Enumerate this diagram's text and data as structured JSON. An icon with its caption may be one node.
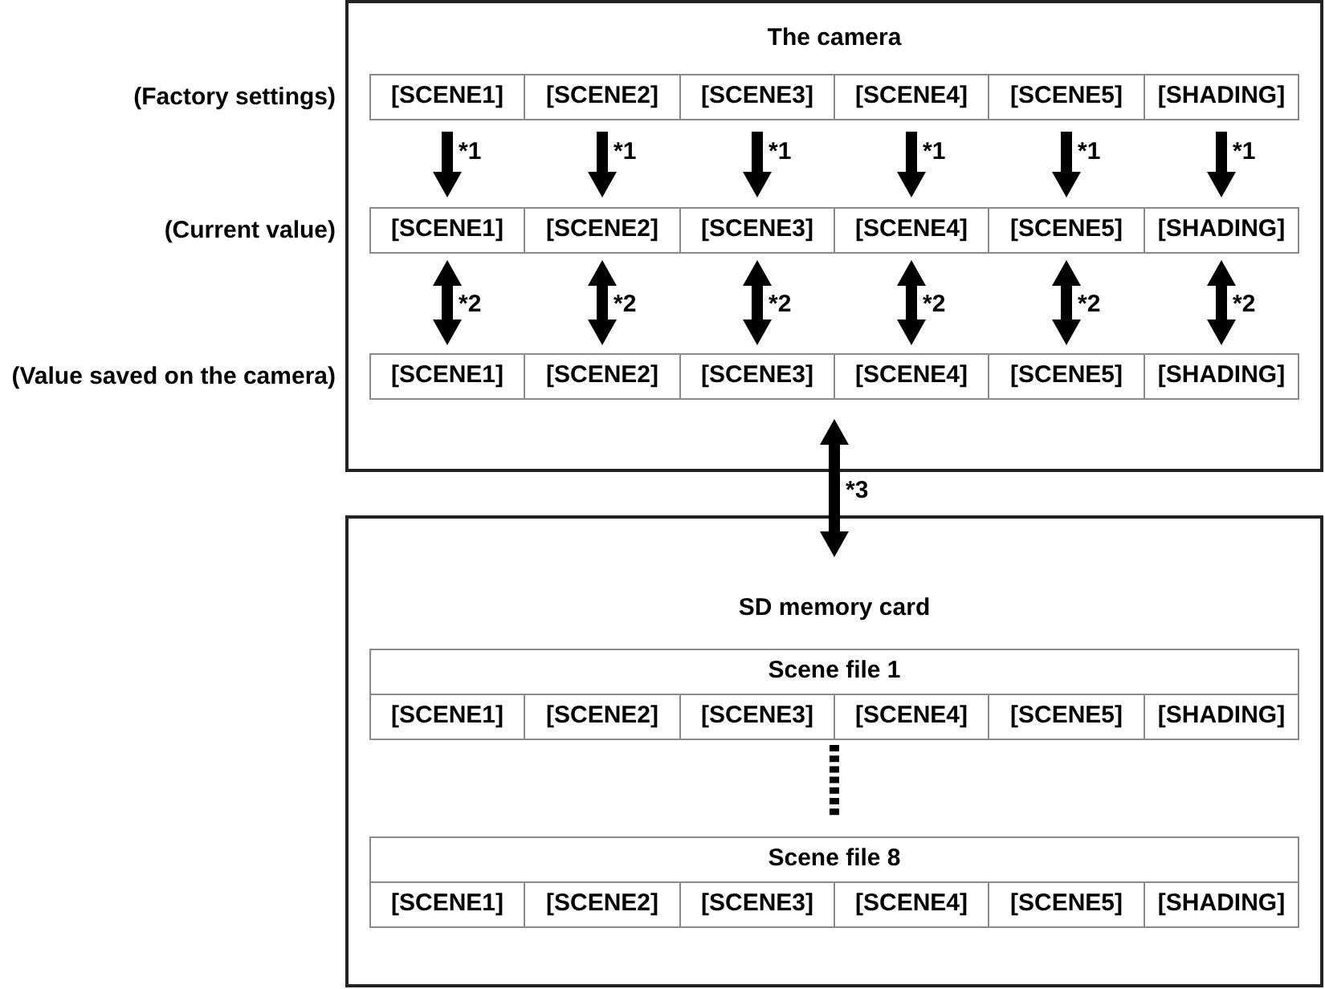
{
  "diagram": {
    "nodes": [
      {
        "text": [
          "The camera"
        ]
      },
      {
        "text": [
          "[SCENE1]"
        ],
        "in": 0
      },
      {
        "text": [
          "[SCENE2]"
        ],
        "in": 0
      },
      {
        "text": [
          "[SCENE3]"
        ],
        "in": 0
      },
      {
        "text": [
          "[SCENE4]"
        ],
        "in": 0
      },
      {
        "text": [
          "[SCENE5]"
        ],
        "in": 0
      },
      {
        "text": [
          "[SHADING]"
        ],
        "in": 0
      },
      {
        "text": [
          "[SCENE1]"
        ],
        "in": 0
      },
      {
        "text": [
          "[SCENE2]"
        ],
        "in": 0
      },
      {
        "text": [
          "[SCENE3]"
        ],
        "in": 0
      },
      {
        "text": [
          "[SCENE4]"
        ],
        "in": 0
      },
      {
        "text": [
          "[SCENE5]"
        ],
        "in": 0
      },
      {
        "text": [
          "[SHADING]"
        ],
        "in": 0
      },
      {
        "text": [
          "[SCENE1]"
        ],
        "in": 0
      },
      {
        "text": [
          "[SCENE2]"
        ],
        "in": 0
      },
      {
        "text": [
          "[SCENE3]"
        ],
        "in": 0
      },
      {
        "text": [
          "[SCENE4]"
        ],
        "in": 0
      },
      {
        "text": [
          "[SCENE5]"
        ],
        "in": 0
      },
      {
        "text": [
          "[SHADING]"
        ],
        "in": 0
      },
      {
        "text": [
          "SD memory card"
        ]
      },
      {
        "text": [
          "Scene file 1"
        ],
        "in": 19
      },
      {
        "text": [
          "[SCENE1]"
        ],
        "in": 20
      },
      {
        "text": [
          "[SCENE2]"
        ],
        "in": 20
      },
      {
        "text": [
          "[SCENE3]"
        ],
        "in": 20
      },
      {
        "text": [
          "[SCENE4]"
        ],
        "in": 20
      },
      {
        "text": [
          "[SCENE5]"
        ],
        "in": 20
      },
      {
        "text": [
          "[SHADING]"
        ],
        "in": 20
      },
      {
        "text": [
          "Scene file 8"
        ],
        "in": 19
      },
      {
        "text": [
          "[SCENE1]"
        ],
        "in": 27
      },
      {
        "text": [
          "[SCENE2]"
        ],
        "in": 27
      },
      {
        "text": [
          "[SCENE3]"
        ],
        "in": 27
      },
      {
        "text": [
          "[SCENE4]"
        ],
        "in": 27
      },
      {
        "text": [
          "[SCENE5]"
        ],
        "in": 27
      },
      {
        "text": [
          "[SHADING]"
        ],
        "in": 27
      }
    ],
    "edges": [
      {
        "from": 1,
        "to": 7,
        "arrow": "to",
        "label": "*1"
      },
      {
        "from": 2,
        "to": 8,
        "arrow": "to",
        "label": "*1"
      },
      {
        "from": 3,
        "to": 9,
        "arrow": "to",
        "label": "*1"
      },
      {
        "from": 4,
        "to": 10,
        "arrow": "to",
        "label": "*1"
      },
      {
        "from": 5,
        "to": 11,
        "arrow": "to",
        "label": "*1"
      },
      {
        "from": 6,
        "to": 12,
        "arrow": "to",
        "label": "*1"
      },
      {
        "from": 7,
        "to": 13,
        "arrow": "both",
        "label": "*2"
      },
      {
        "from": 8,
        "to": 14,
        "arrow": "both",
        "label": "*2"
      },
      {
        "from": 9,
        "to": 15,
        "arrow": "both",
        "label": "*2"
      },
      {
        "from": 10,
        "to": 16,
        "arrow": "both",
        "label": "*2"
      },
      {
        "from": 11,
        "to": 17,
        "arrow": "both",
        "label": "*2"
      },
      {
        "from": 12,
        "to": 18,
        "arrow": "both",
        "label": "*2"
      },
      {
        "from": 0,
        "to": 19,
        "arrow": "both",
        "label": "*3"
      },
      {
        "from": 20,
        "to": 27,
        "arrow": "none",
        "style": "dashed"
      }
    ],
    "labels": [
      "(Factory settings)",
      "(Current value)",
      "(Value saved on the camera)"
    ]
  }
}
